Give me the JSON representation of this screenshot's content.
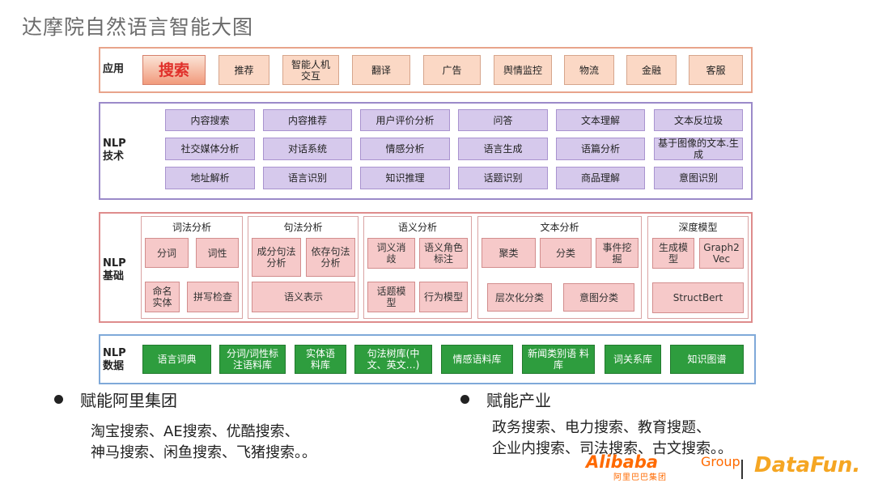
{
  "title": "达摩院自然语言智能大图",
  "rows": {
    "app": {
      "label": "应用",
      "items": [
        "搜索",
        "推荐",
        "智能人机交互",
        "翻译",
        "广告",
        "舆情监控",
        "物流",
        "金融",
        "客服"
      ]
    },
    "tech": {
      "label": "NLP技术",
      "items": [
        "内容搜索",
        "内容推荐",
        "用户评价分析",
        "问答",
        "文本理解",
        "文本反垃圾",
        "社交媒体分析",
        "对话系统",
        "情感分析",
        "语言生成",
        "语篇分析",
        "基于图像的文本.生成",
        "地址解析",
        "语言识别",
        "知识推理",
        "话题识别",
        "商品理解",
        "意图识别"
      ]
    },
    "base": {
      "label": "NLP基础",
      "groups": [
        {
          "title": "词法分析",
          "items": [
            "分词",
            "词性",
            "命名实体",
            "拼写检查"
          ]
        },
        {
          "title": "句法分析",
          "items": [
            "成分句法分析",
            "依存句法分析",
            "语义表示"
          ]
        },
        {
          "title": "语义分析",
          "items": [
            "词义消歧",
            "语义角色标注",
            "话题模型",
            "行为模型"
          ]
        },
        {
          "title": "文本分析",
          "items": [
            "聚类",
            "分类",
            "事件挖掘",
            "层次化分类",
            "意图分类"
          ]
        },
        {
          "title": "深度模型",
          "items": [
            "生成模型",
            "Graph2Vec",
            "StructBert"
          ]
        }
      ]
    },
    "data": {
      "label": "NLP数据",
      "items": [
        "语言词典",
        "分词/词性标注语料库",
        "实体语料库",
        "句法树库(中文、英文…)",
        "情感语料库",
        "新闻类别语 料库",
        "词关系库",
        "知识图谱"
      ]
    }
  },
  "bullets": [
    {
      "heading": "赋能阿里集团",
      "lines": [
        "淘宝搜索、AE搜索、优酷搜索、",
        "神马搜索、闲鱼搜索、飞猪搜索。。"
      ]
    },
    {
      "heading": "赋能产业",
      "lines": [
        "政务搜索、电力搜索、教育搜题、",
        "企业内搜索、司法搜索、古文搜索。。"
      ]
    }
  ],
  "logos": {
    "alibaba": "Alibaba",
    "group": "Group",
    "alibaba_cn": "阿里巴巴集团",
    "datafun": "DataFun."
  },
  "colors": {
    "app_border": "#e8a48b",
    "tech_border": "#9b8ac9",
    "base_border": "#de8c8c",
    "data_border": "#7fa9d9",
    "data_fill": "#2e9d3e",
    "tech_fill": "#d6c9ec",
    "base_fill": "#f6c9c9",
    "app_fill": "#fbd8c5",
    "brand_orange": "#ff6a00"
  }
}
